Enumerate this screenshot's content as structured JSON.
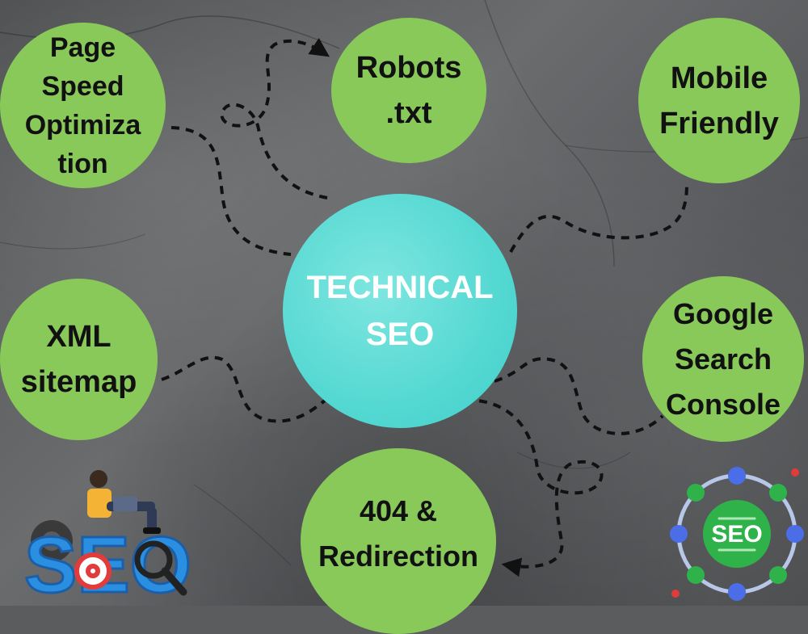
{
  "center": {
    "label": "TECHNICAL\nSEO"
  },
  "nodes": [
    {
      "id": "page-speed",
      "label": "Page\nSpeed\nOptimiza\ntion"
    },
    {
      "id": "robots",
      "label": "Robots\n.txt"
    },
    {
      "id": "mobile",
      "label": "Mobile\nFriendly"
    },
    {
      "id": "xml-sitemap",
      "label": "XML\nsitemap"
    },
    {
      "id": "search-console",
      "label": "Google\nSearch\nConsole"
    },
    {
      "id": "redirection",
      "label": "404 &\nRedirection"
    }
  ],
  "illustration": {
    "logo_text": "SEO"
  },
  "badge": {
    "text": "SEO"
  },
  "colors": {
    "node_green": "#89c95a",
    "center_teal": "#55d8d2",
    "connector": "#111111",
    "badge_green": "#2fb24a",
    "badge_blue": "#4b6ee8"
  }
}
